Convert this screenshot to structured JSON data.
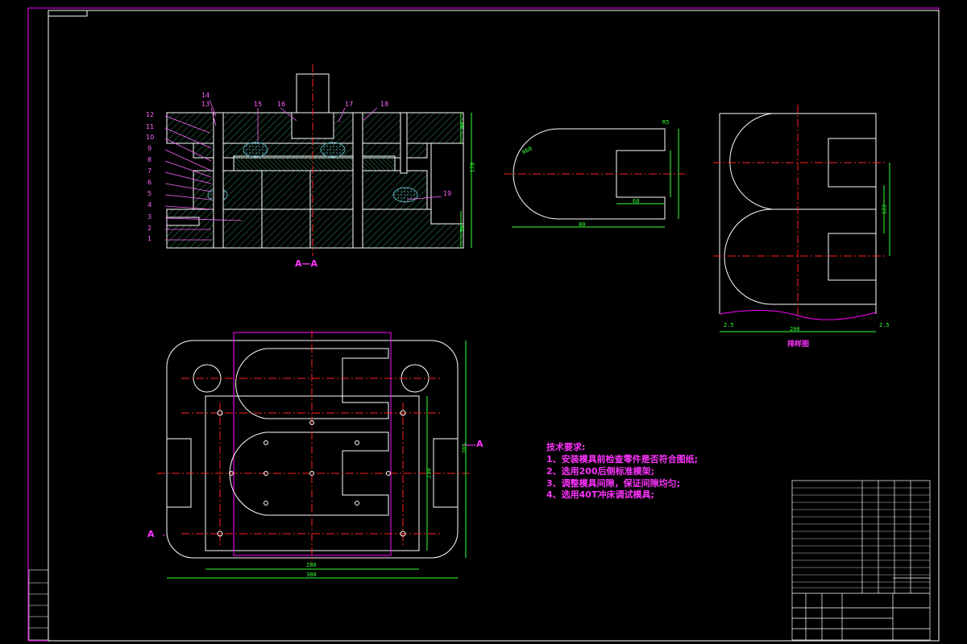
{
  "section_label": "A—A",
  "section_marks": {
    "left": "A",
    "right": "A"
  },
  "blank_label": "排样图",
  "notes": {
    "title": "技术要求:",
    "lines": [
      "1、安装模具前检查零件是否符合图纸;",
      "2、选用200后侧标准模架;",
      "3、调整模具间隙，保证间隙均匀;",
      "4、选用40T冲床调试模具;"
    ]
  },
  "part_numbers_left": [
    "12",
    "11",
    "10",
    "9",
    "8",
    "7",
    "6",
    "5",
    "4",
    "3",
    "2",
    "1"
  ],
  "part_numbers_top": [
    "14",
    "13",
    "15",
    "16",
    "17",
    "18"
  ],
  "part_number_right": "19",
  "dimensions": {
    "height_total": "178",
    "height_top": "40",
    "height_bottom": "50",
    "plan_width_inner": "280",
    "plan_width_outer": "380",
    "plan_height_inner": "230",
    "plan_height_outer": "285",
    "part_radius": "R60",
    "part_slot_width": "60",
    "part_length": "80",
    "part_r5": "R5",
    "strip_width": "200",
    "strip_left_margin": "2.5",
    "strip_right_margin": "2.5",
    "strip_step": "122"
  },
  "colors": {
    "background": "#000000",
    "frame": "#ff00ff",
    "outline": "#ffffff",
    "centerline": "#ff2222",
    "dimension": "#33ff33",
    "hatch_body": "#2e8b57",
    "hatch_rubber": "#5aa7b5",
    "text": "#ff33ff"
  }
}
